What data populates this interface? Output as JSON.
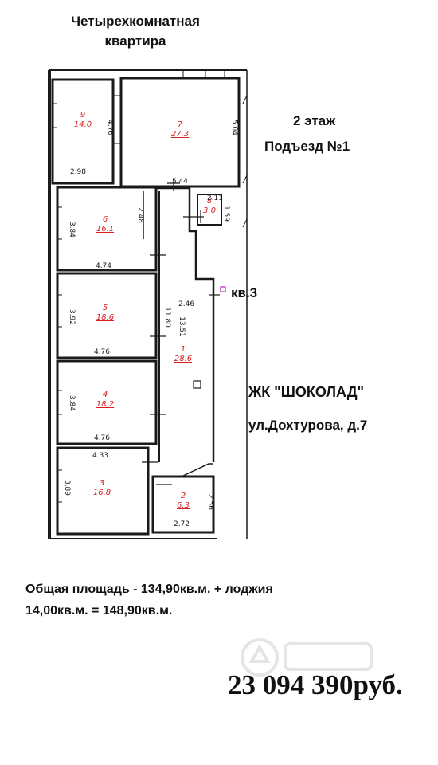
{
  "header": {
    "title_line1": "Четырехкомнатная",
    "title_line2": "квартира"
  },
  "info": {
    "floor": "2 этаж",
    "entrance": "Подъезд №1",
    "apartment": "кв.3",
    "complex": "ЖК \"ШОКОЛАД\"",
    "address": "ул.Дохтурова, д.7",
    "area_line1": "Общая площадь - 134,90кв.м. + лоджия",
    "area_line2": "14,00кв.м. = 148,90кв.м.",
    "price": "23 094 390руб."
  },
  "plan": {
    "rooms": [
      {
        "num": "9",
        "area": "14.0"
      },
      {
        "num": "7",
        "area": "27.3"
      },
      {
        "num": "8",
        "area": "3.0"
      },
      {
        "num": "6",
        "area": "16.1"
      },
      {
        "num": "5",
        "area": "18.6"
      },
      {
        "num": "1",
        "area": "28.6"
      },
      {
        "num": "4",
        "area": "18.2"
      },
      {
        "num": "3",
        "area": "16.8"
      },
      {
        "num": "2",
        "area": "6.3"
      }
    ],
    "dimensions": [
      "4.76",
      "2.98",
      "5.04",
      "5.44",
      "2.11",
      "1.59",
      "3.84",
      "2.48",
      "4.74",
      "3.92",
      "11.80",
      "13.51",
      "2.46",
      "4.76",
      "3.84",
      "4.76",
      "4.33",
      "3.89",
      "2.56",
      "2.72"
    ],
    "colors": {
      "walls": "#1a1a1a",
      "room_labels": "#d92020",
      "entrance_mark": "#c020c0"
    }
  }
}
